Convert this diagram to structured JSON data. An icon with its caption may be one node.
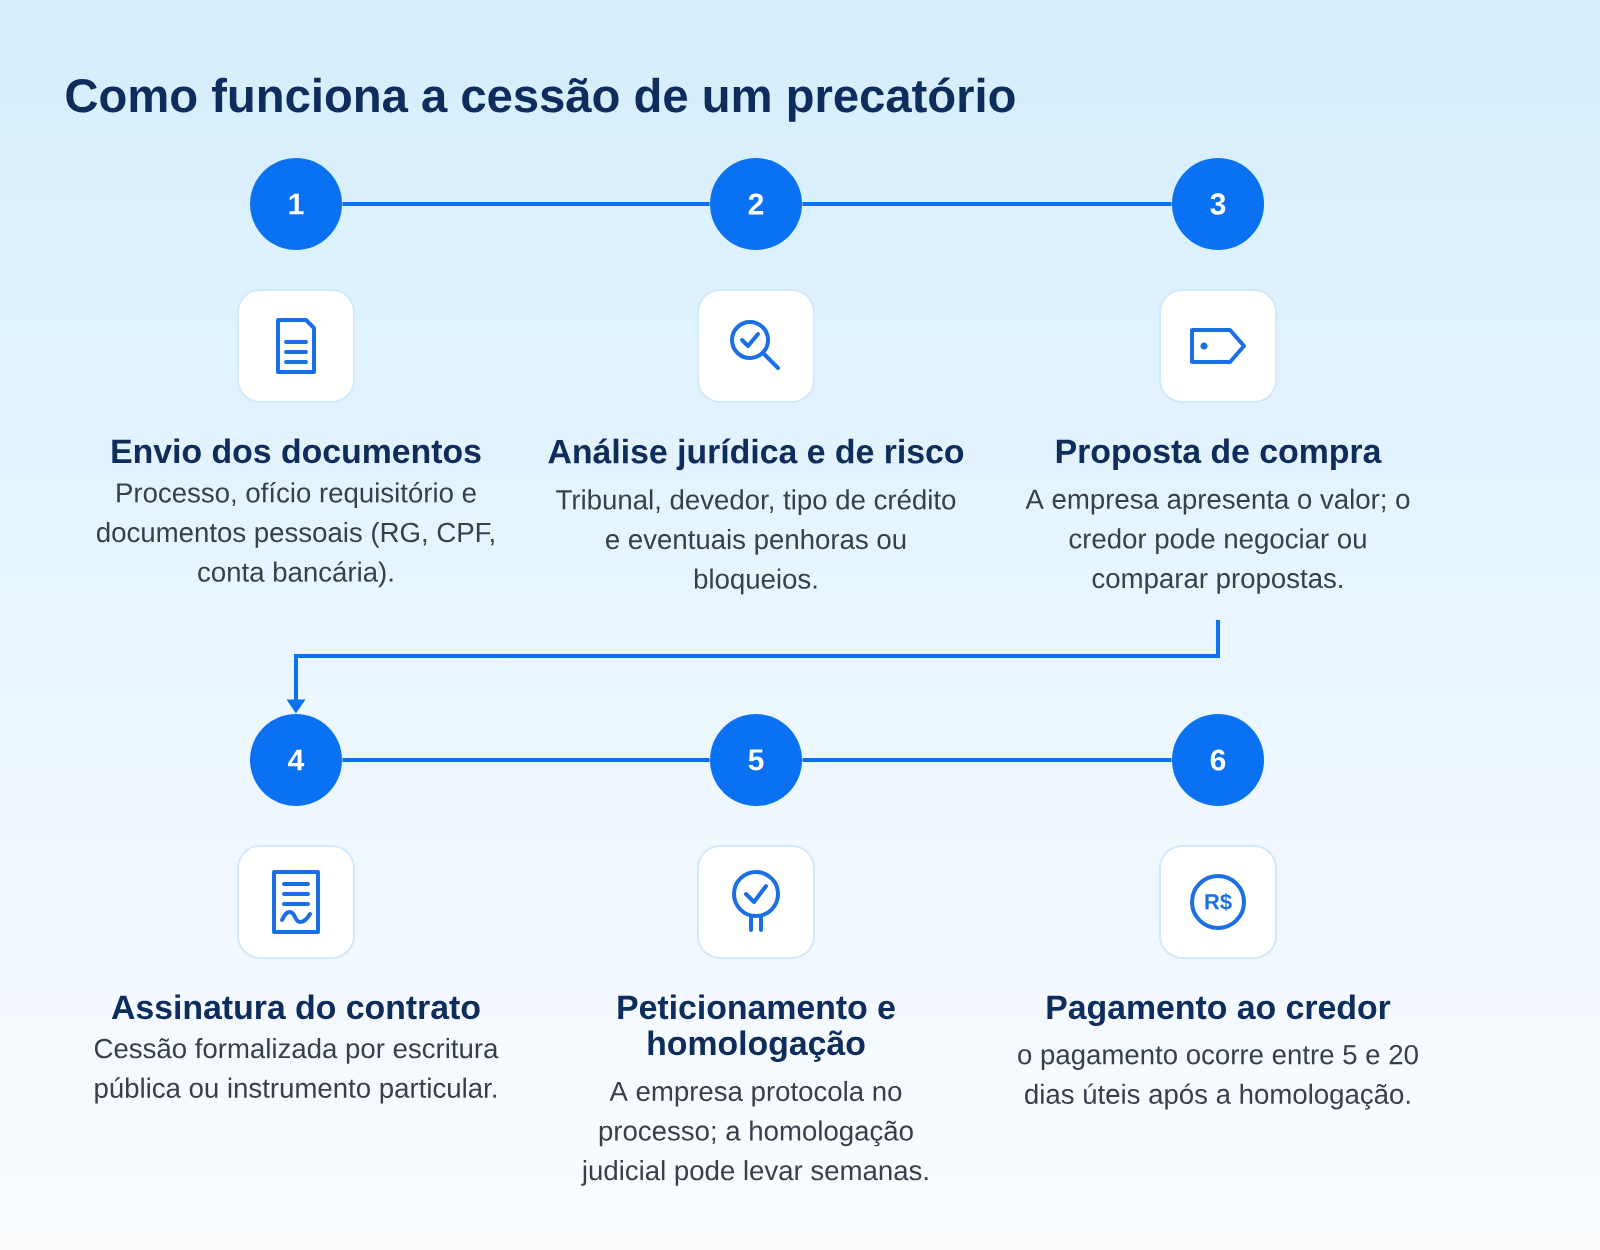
{
  "diagram": {
    "title": "Como funciona a cessão de um precatório",
    "nodes": [
      {
        "text": [
          "1"
        ],
        "beside": [
          "Envio dos documentos",
          "Processo, ofício requisitório e documentos pessoais (RG, CPF, conta bancária)."
        ]
      },
      {
        "text": [
          "2"
        ],
        "beside": [
          "Análise jurídica e de risco",
          "Tribunal, devedor, tipo de crédito e eventuais penhoras ou bloqueios."
        ]
      },
      {
        "text": [
          "3"
        ],
        "beside": [
          "Proposta de compra",
          "A empresa apresenta o valor; o credor pode negociar ou comparar propostas."
        ]
      },
      {
        "text": [
          "4"
        ],
        "beside": [
          "Assinatura do contrato",
          "Cessão formalizada por escritura pública ou instrumento particular."
        ]
      },
      {
        "text": [
          "5"
        ],
        "beside": [
          "Peticionamento e homologação",
          "A empresa protocola no processo; a homologação judicial pode levar semanas."
        ]
      },
      {
        "text": [
          "6"
        ],
        "beside": [
          "Pagamento ao credor",
          "o pagamento ocorre entre 5 e 20 dias úteis após a homologação."
        ]
      }
    ],
    "edges": [
      {
        "from": 0,
        "to": 1,
        "arrow": "none"
      },
      {
        "from": 1,
        "to": 2,
        "arrow": "none"
      },
      {
        "from": 2,
        "to": 3,
        "arrow": "to"
      },
      {
        "from": 3,
        "to": 4,
        "arrow": "none"
      },
      {
        "from": 4,
        "to": 5,
        "arrow": "none"
      }
    ],
    "labels": [
      "R$"
    ]
  }
}
